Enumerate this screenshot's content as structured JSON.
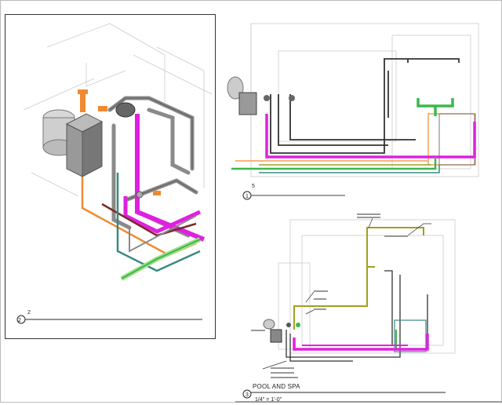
{
  "views": [
    {
      "number": "2",
      "title": ""
    },
    {
      "number": "1",
      "title": "5"
    },
    {
      "number": "3",
      "title": "POOL AND SPA",
      "scale": "1/4\" = 1'-0\""
    }
  ],
  "colors": {
    "magenta": "#e020e0",
    "orange": "#f08a30",
    "green": "#3cb84a",
    "light_green": "#9ee08a",
    "olive": "#a0a020",
    "teal": "#3a8a80",
    "dark_red": "#7a2a2a",
    "gray": "#555555"
  }
}
